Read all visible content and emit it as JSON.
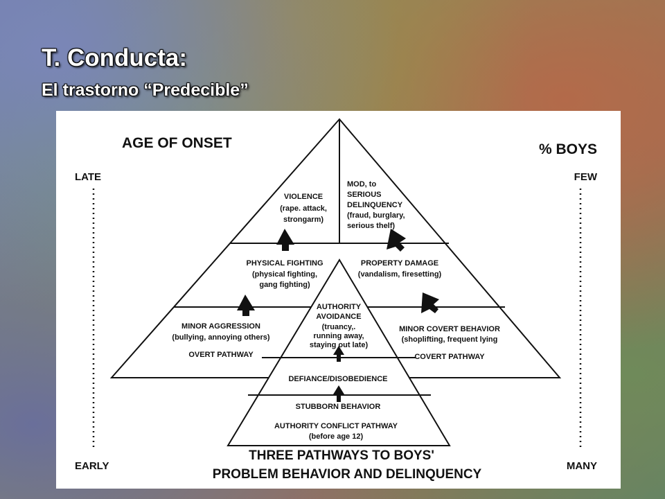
{
  "slide": {
    "title": "T. Conducta:",
    "subtitle": "El trastorno “Predecible”"
  },
  "diagram": {
    "age_of_onset": "AGE OF ONSET",
    "pct_boys": "% BOYS",
    "late": "LATE",
    "early": "EARLY",
    "few": "FEW",
    "many": "MANY",
    "violence": [
      "VIOLENCE",
      "(rape. attack,",
      "strongarm)"
    ],
    "serious_delinquency": [
      "MOD, to",
      "SERIOUS",
      "DELINQUENCY",
      "(fraud, burglary,",
      "serious thelf)"
    ],
    "physical_fighting": [
      "PHYSICAL FIGHTING",
      "(physical fighting,",
      "gang fighting)"
    ],
    "property_damage": [
      "PROPERTY DAMAGE",
      "(vandalism, firesetting)"
    ],
    "minor_aggression": [
      "MINOR AGGRESSION",
      "(bullying, annoying others)"
    ],
    "overt_pathway": "OVERT PATHWAY",
    "authority_avoidance": [
      "AUTHORITY",
      "AVOIDANCE",
      "(truancy,.",
      "running away,",
      "staying out late)"
    ],
    "minor_covert": [
      "MINOR COVERT BEHAVIOR",
      "(shoplifting, frequent lying"
    ],
    "covert_pathway": "COVERT PATHWAY",
    "defiance": "DEFIANCE/DISOBEDIENCE",
    "stubborn": "STUBBORN BEHAVIOR",
    "authority_conflict": [
      "AUTHORITY CONFLICT PATHWAY",
      "(before age 12)"
    ],
    "caption": [
      "THREE PATHWAYS TO BOYS'",
      "PROBLEM BEHAVIOR AND DELINQUENCY"
    ]
  }
}
